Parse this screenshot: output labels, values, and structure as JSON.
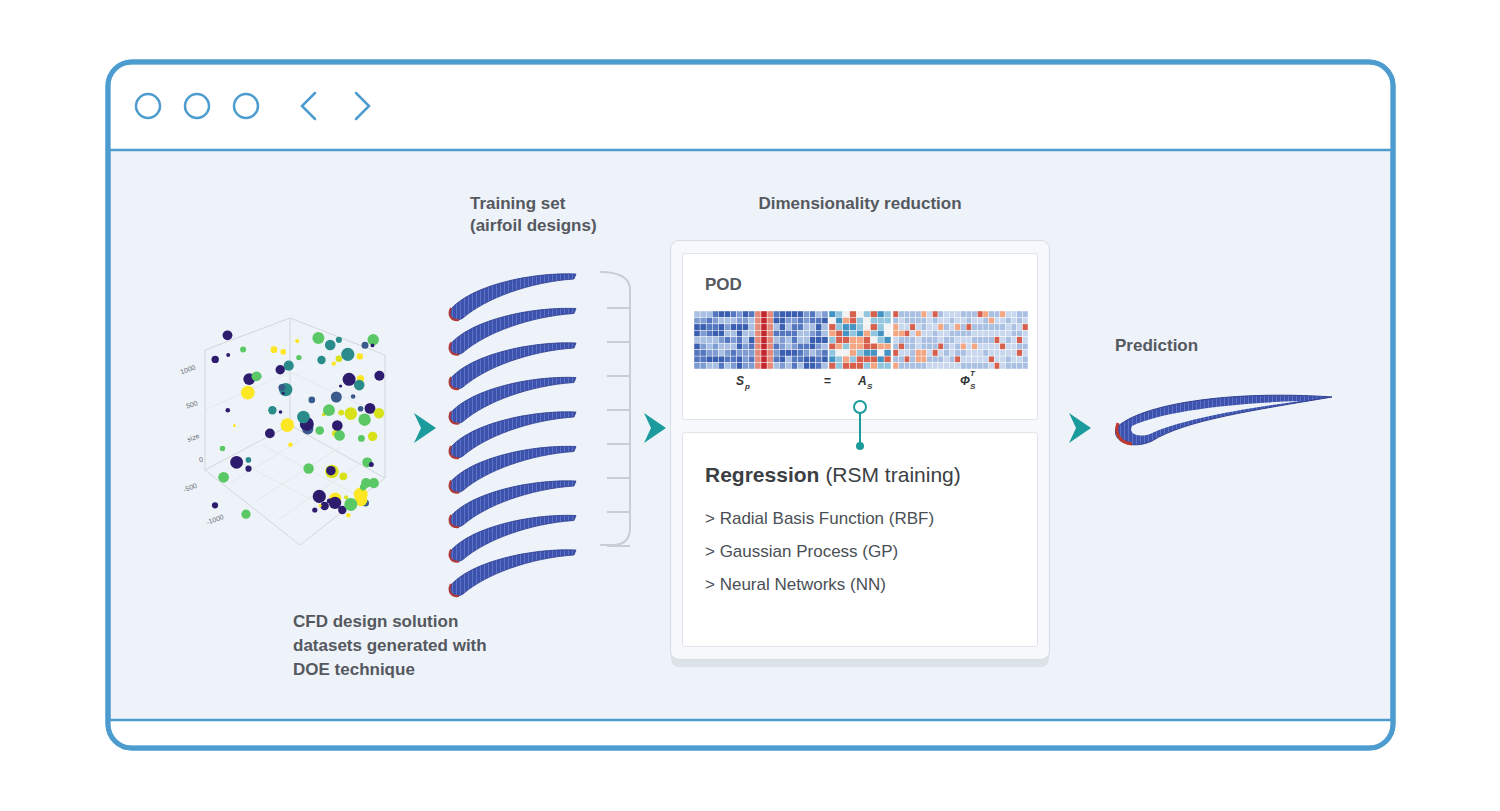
{
  "diagram": {
    "nodes": [
      {
        "text": [
          "CFD design solution datasets generated with DOE technique"
        ]
      },
      {
        "text": [
          "Training set (airfoil designs)"
        ]
      },
      {
        "text": [
          "Dimensionality reduction"
        ]
      },
      {
        "text": [
          "POD"
        ],
        "in": 2
      },
      {
        "text": [
          "Regression",
          "(RSM training)",
          "> Radial Basis Function (RBF)",
          "> Gaussian Process (GP)",
          "> Neural Networks (NN)"
        ],
        "in": 2
      },
      {
        "text": [
          "Prediction"
        ]
      }
    ],
    "edges": [
      {
        "from": 0,
        "to": 1,
        "arrow": "to"
      },
      {
        "from": 1,
        "to": 2,
        "arrow": "to"
      },
      {
        "from": 2,
        "to": 5,
        "arrow": "to"
      },
      {
        "from": 3,
        "to": 4,
        "arrow": "none"
      }
    ],
    "labels": [
      "1000",
      "500",
      "size",
      "0",
      "-500",
      "-1000",
      "S",
      "p",
      "=",
      "A",
      "S",
      "Φ",
      "S",
      "T"
    ]
  }
}
